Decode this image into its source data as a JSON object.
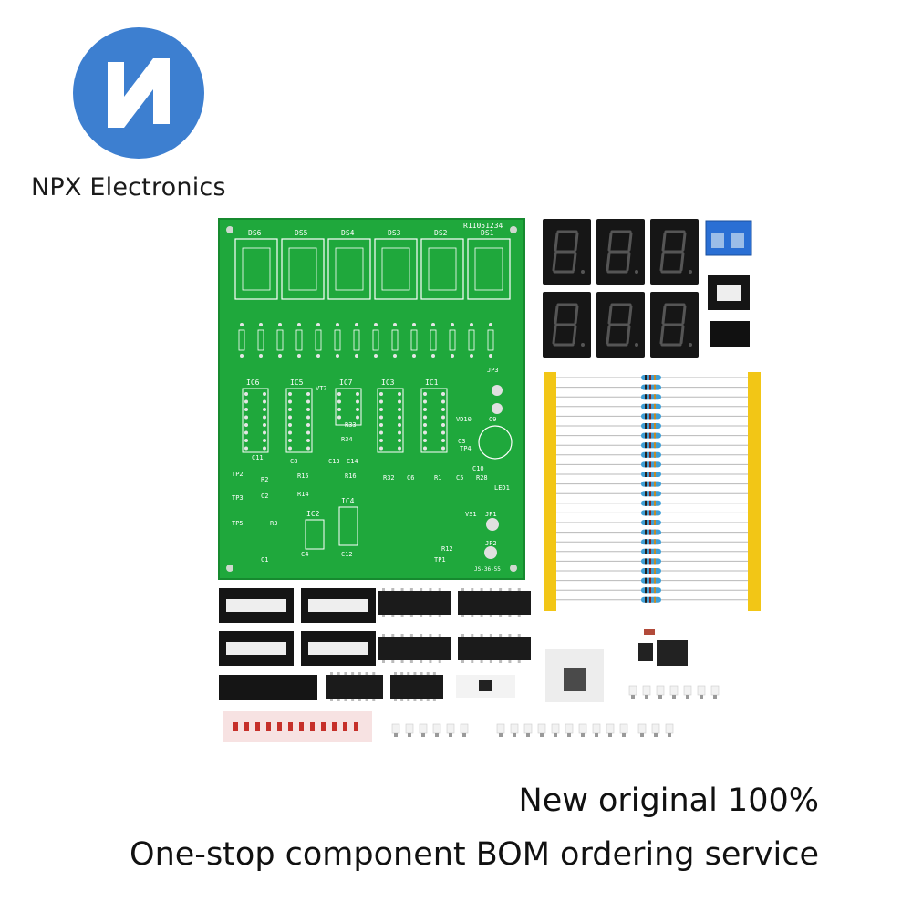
{
  "brand": {
    "name": "NPX Electronics",
    "logo_icon": "n-circle-logo-icon",
    "logo_color": "#3d7fd0"
  },
  "taglines": {
    "line1": "New original 100%",
    "line2": "One-stop component BOM ordering service"
  },
  "pcb": {
    "board_color": "#1fa83c",
    "board_id": "R11051234",
    "footer_code": "JS-36-55",
    "display_labels": [
      "DS6",
      "DS5",
      "DS4",
      "DS3",
      "DS2",
      "DS1"
    ],
    "ic_labels": [
      "IC6",
      "IC5",
      "IC7",
      "IC3",
      "IC1"
    ],
    "lower_ic_labels": [
      "IC2",
      "IC4"
    ],
    "misc_labels": [
      "TP2",
      "TP3",
      "TP5",
      "TP1",
      "TP4",
      "JP1",
      "JP2",
      "JP3",
      "VS1",
      "LED1",
      "C11",
      "C8",
      "C13",
      "C14",
      "R15",
      "R16",
      "R14",
      "R32",
      "C6",
      "R1",
      "C5",
      "R28",
      "C10",
      "C9",
      "C3",
      "VD10",
      "R33",
      "R34",
      "VT7",
      "C4",
      "C12",
      "R12",
      "C1",
      "C2",
      "R2",
      "R3"
    ]
  },
  "seven_segment": {
    "digit_count": 6
  },
  "resistor_count": 24
}
